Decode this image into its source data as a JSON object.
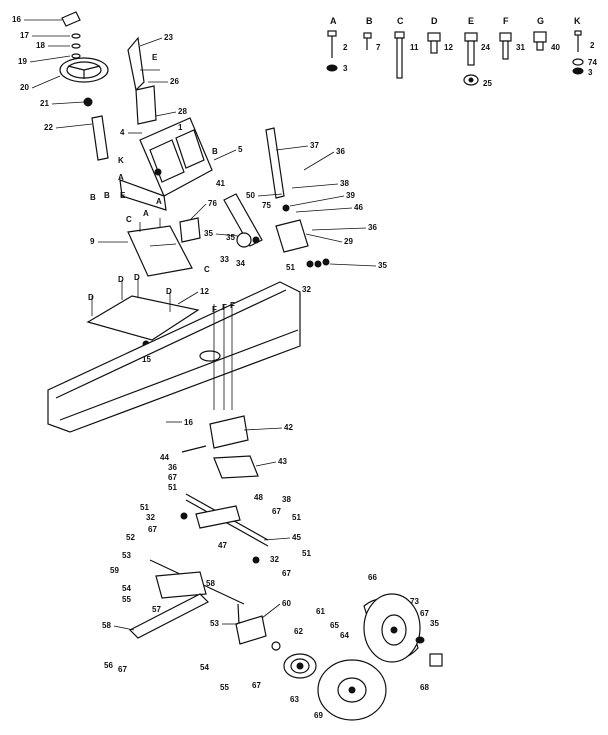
{
  "diagram": {
    "legend": [
      {
        "letter": "A",
        "num": "2",
        "sub": "3"
      },
      {
        "letter": "B",
        "num": "7"
      },
      {
        "letter": "C",
        "num": "11"
      },
      {
        "letter": "D",
        "num": "12"
      },
      {
        "letter": "E",
        "num": "24",
        "sub": "25"
      },
      {
        "letter": "F",
        "num": "31"
      },
      {
        "letter": "G",
        "num": "40"
      },
      {
        "letter": "K",
        "num": "2",
        "sub": "74",
        "sub2": "3"
      }
    ],
    "callouts": [
      "16",
      "17",
      "18",
      "19",
      "20",
      "21",
      "22",
      "23",
      "26",
      "28",
      "4",
      "1",
      "K",
      "5",
      "37",
      "36",
      "41",
      "50",
      "38",
      "39",
      "46",
      "75",
      "35",
      "29",
      "36",
      "B",
      "A",
      "E",
      "E",
      "B",
      "B",
      "A",
      "76",
      "9",
      "C",
      "C",
      "A",
      "33",
      "34",
      "35",
      "51",
      "32",
      "35",
      "D",
      "D",
      "D",
      "D",
      "12",
      "15",
      "F",
      "F",
      "F",
      "16",
      "42",
      "44",
      "36",
      "67",
      "51",
      "43",
      "48",
      "38",
      "51",
      "67",
      "32",
      "51",
      "67",
      "47",
      "45",
      "51",
      "32",
      "67",
      "52",
      "53",
      "59",
      "54",
      "55",
      "57",
      "58",
      "58",
      "56",
      "67",
      "53",
      "60",
      "61",
      "65",
      "64",
      "62",
      "54",
      "55",
      "67",
      "63",
      "66",
      "73",
      "67",
      "35",
      "68",
      "69"
    ]
  }
}
